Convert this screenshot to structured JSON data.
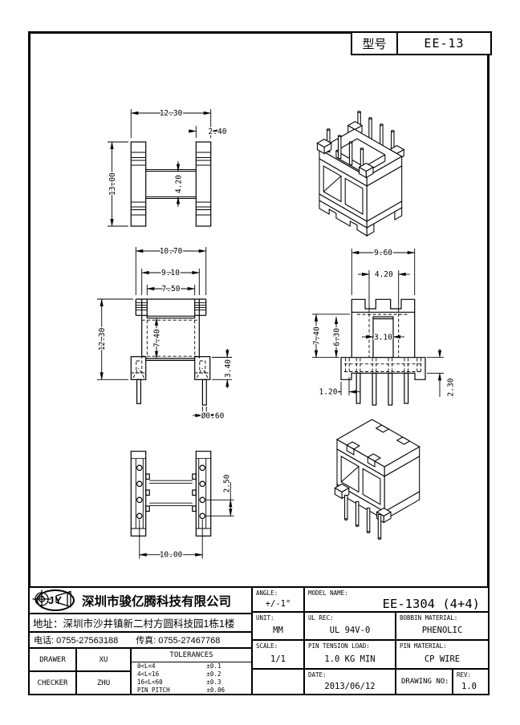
{
  "header": {
    "model_label": "型号",
    "model_value": "EE-13"
  },
  "views": {
    "side": {
      "width": "12.30",
      "flange": "2.40",
      "height": "13.00",
      "window": "4.20"
    },
    "front": {
      "w_outer": "10.70",
      "w_mid": "9.10",
      "w_inner": "7.50",
      "h_total": "12.30",
      "h_window": "7.40",
      "h_base": "3.40",
      "pin_dia": "Ø0.60"
    },
    "end": {
      "w_outer": "9.60",
      "w_slot": "4.20",
      "h_upper": "7.40",
      "h_inner": "6.30",
      "w_core": "3.10",
      "pin_offset": "1.20",
      "h_base": "2.30"
    },
    "bottom": {
      "pin_pitch": "2.50",
      "row_pitch": "10.00"
    }
  },
  "title_block": {
    "logo": "JY",
    "company": "深圳市骏亿腾科技有限公司",
    "address": "地址：深圳市沙井镇新二村方圆科技园1栋1楼",
    "phone": "电话: 0755-27563188",
    "fax": "传真: 0755-27467768",
    "drawer_label": "DRAWER",
    "drawer_value": "XU",
    "checker_label": "CHECKER",
    "checker_value": "ZHU",
    "tol_title": "TOLERANCES",
    "tol_rows": [
      {
        "range": "0<L<4",
        "tol": "±0.1"
      },
      {
        "range": "4<L<16",
        "tol": "±0.2"
      },
      {
        "range": "16<L<60",
        "tol": "±0.3"
      },
      {
        "range": "PIN PITCH",
        "tol": "±0.06"
      }
    ],
    "angle_label": "ANGLE:",
    "angle_value": "+/-1°",
    "model_name_label": "MODEL NAME:",
    "model_name_value": "EE-1304 (4+4)",
    "unit_label": "UNIT:",
    "unit_value": "MM",
    "ul_label": "UL REC:",
    "ul_value": "UL 94V-0",
    "bobbin_label": "BOBBIN MATERIAL:",
    "bobbin_value": "PHENOLIC",
    "scale_label": "SCALE:",
    "scale_value": "1/1",
    "tension_label": "PIN TENSION LOAD:",
    "tension_value": "1.0 KG MIN",
    "pin_mat_label": "PIN MATERIAL:",
    "pin_mat_value": "CP WIRE",
    "date_label": "DATE:",
    "date_value": "2013/06/12",
    "drawing_no_label": "DRAWING NO:",
    "rev_label": "REV:",
    "rev_value": "1.0"
  }
}
